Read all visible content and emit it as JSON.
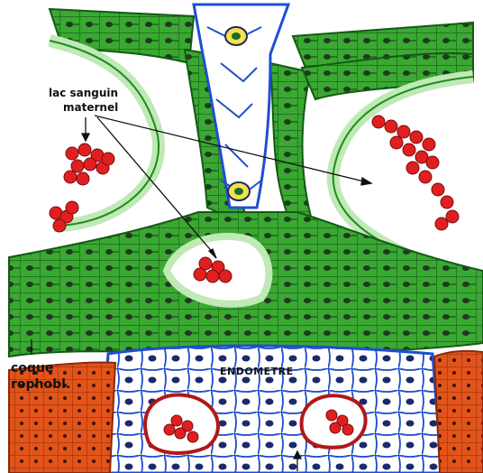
{
  "labels": {
    "lac_line1": "lac sanguin",
    "lac_line2": "maternel",
    "coque_line1": "coque",
    "coque_line2": "rophobl.",
    "endometre": "ENDOMETRE"
  },
  "colors": {
    "green_dark": "#1f8a1f",
    "green_mid": "#3aa832",
    "green_light": "#bfe9b5",
    "blue_outline": "#1f4fd0",
    "red_cell": "#e02020",
    "orange_layer": "#e2541a",
    "nucleus": "#1a2a5a"
  }
}
